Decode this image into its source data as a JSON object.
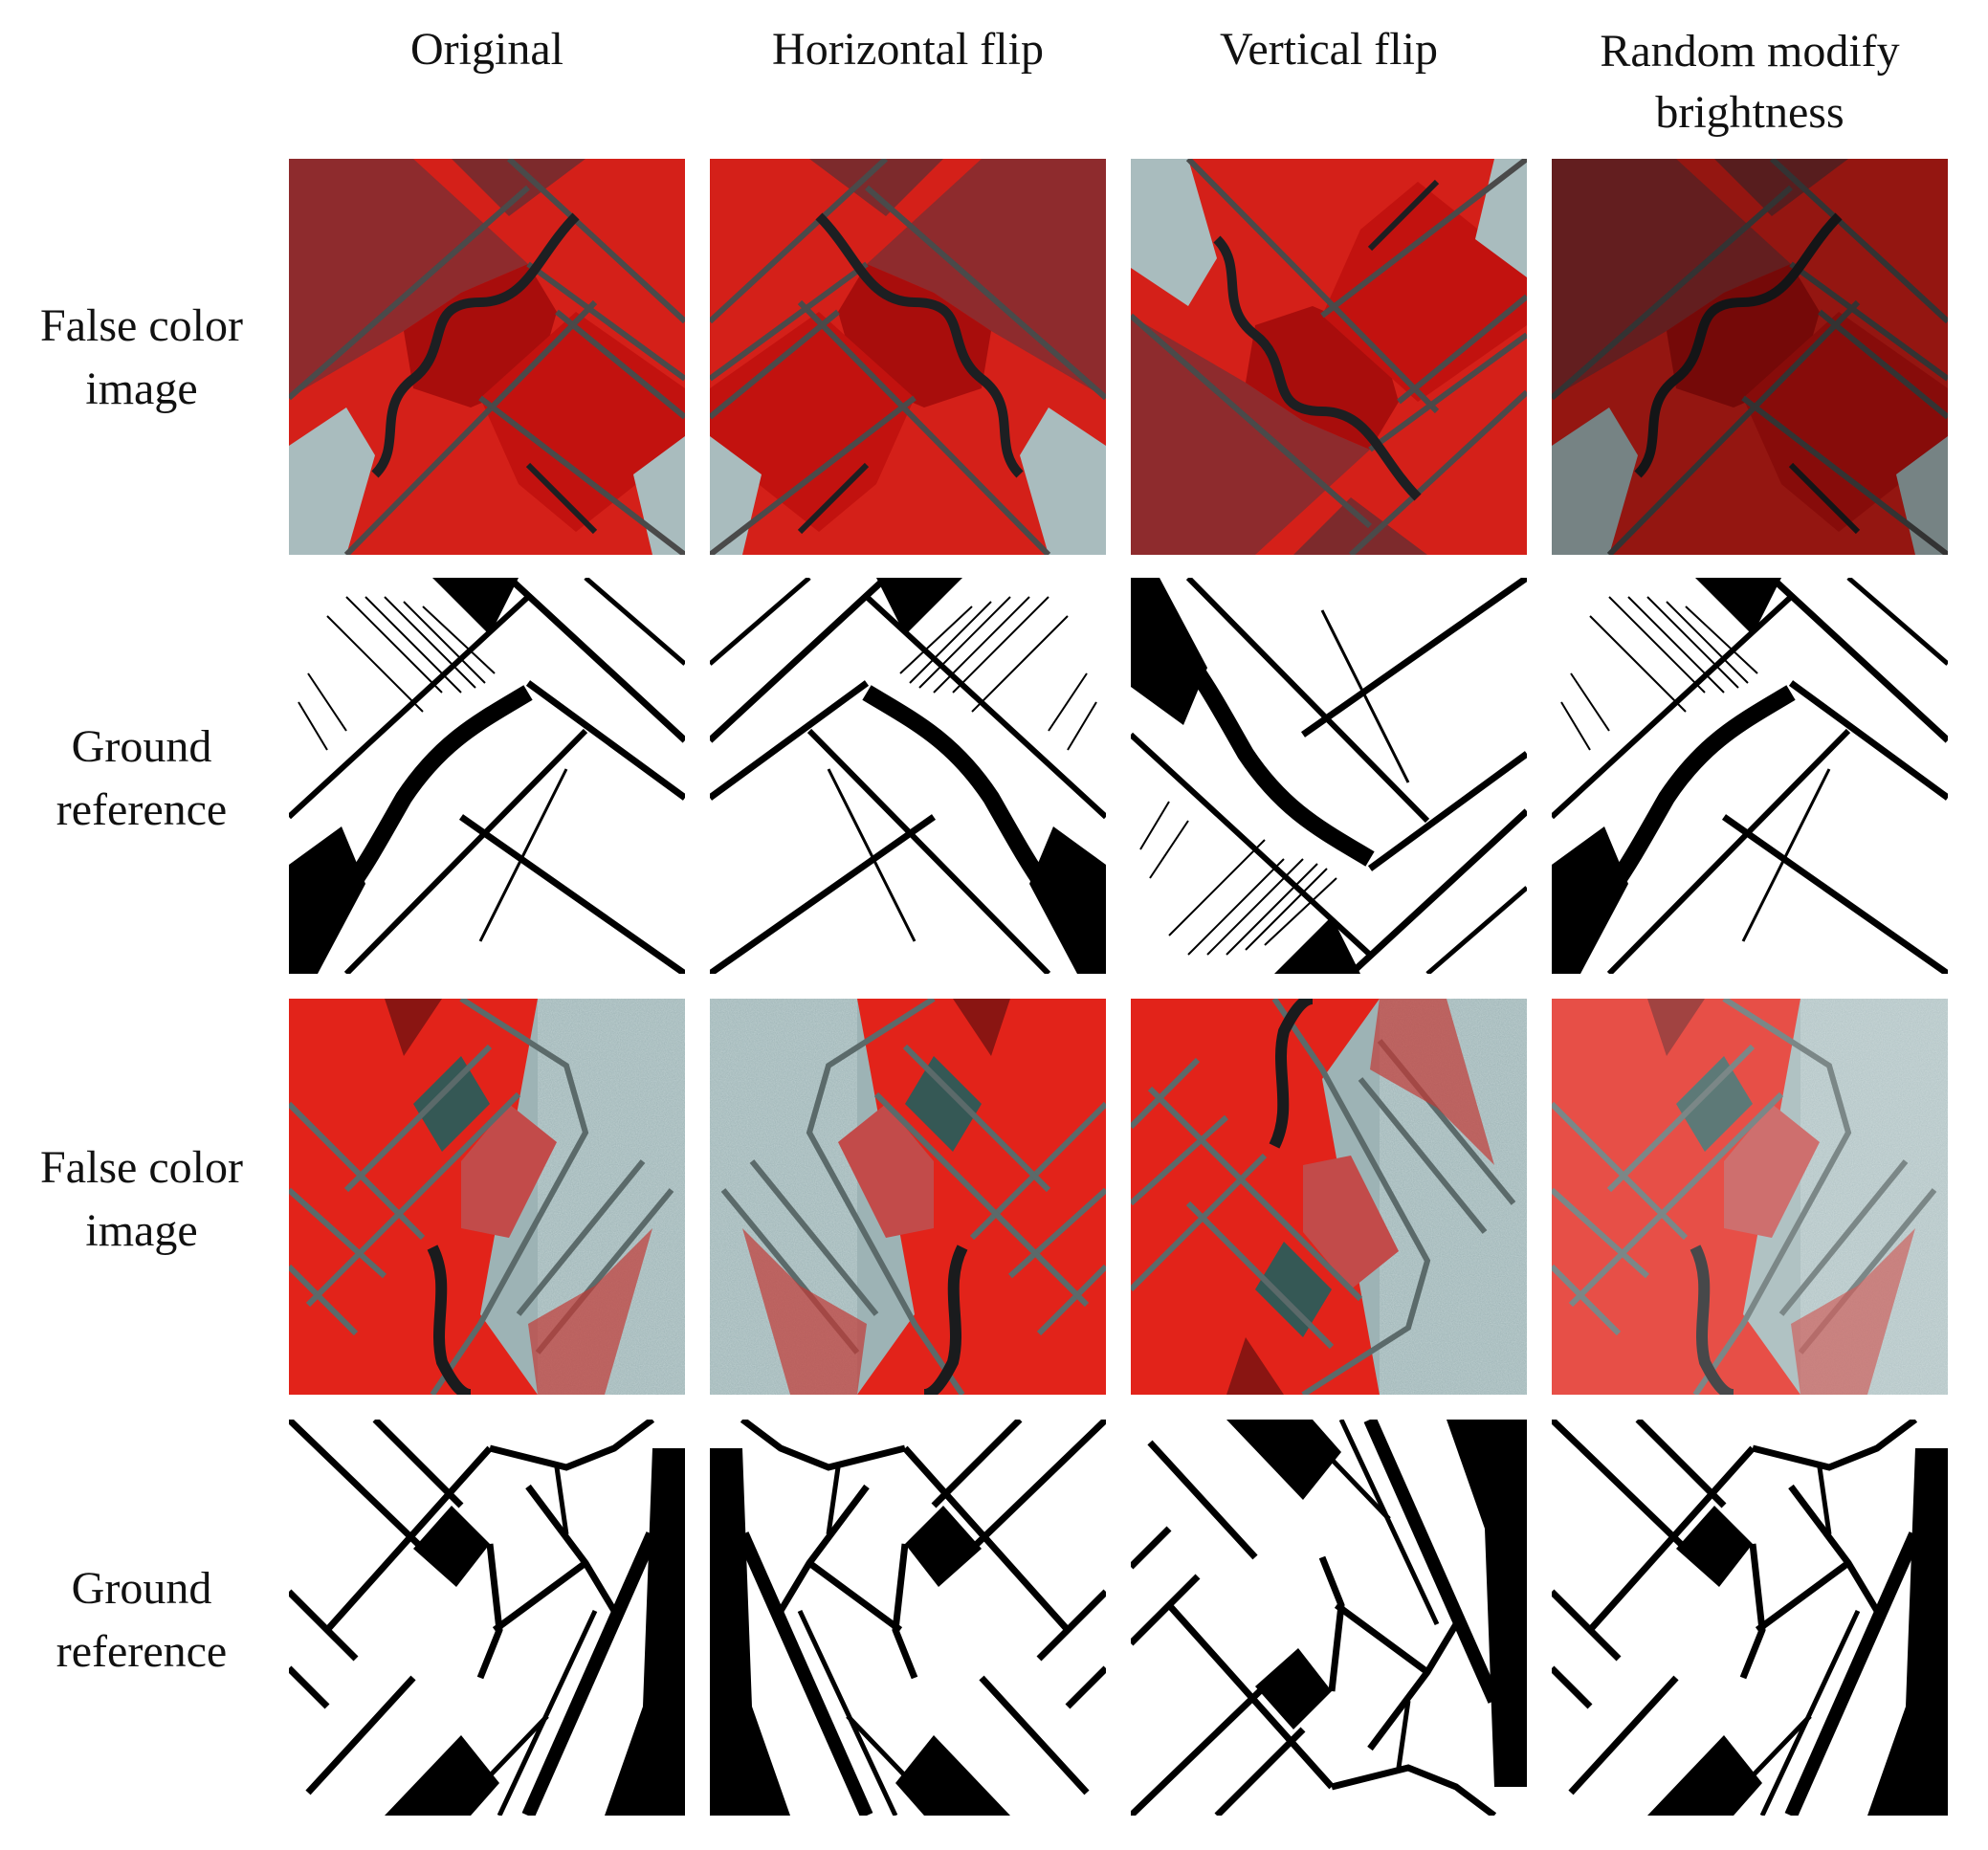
{
  "columns": [
    "Original",
    "Horizontal flip",
    "Vertical flip",
    "Random modify\nbrightness"
  ],
  "rows": [
    "False color\nimage",
    "Ground\nreference",
    "False color\nimage",
    "Ground\nreference"
  ],
  "colors": {
    "field_red": "#e2231a",
    "dark_red": "#b80f0c",
    "brownish_red": "#8e2b2d",
    "soil_grey": "#9fb4b6",
    "boundary_dark": "#2a2a2a",
    "teal_dark": "#355855",
    "mask_black": "#000000",
    "mask_white": "#ffffff"
  }
}
